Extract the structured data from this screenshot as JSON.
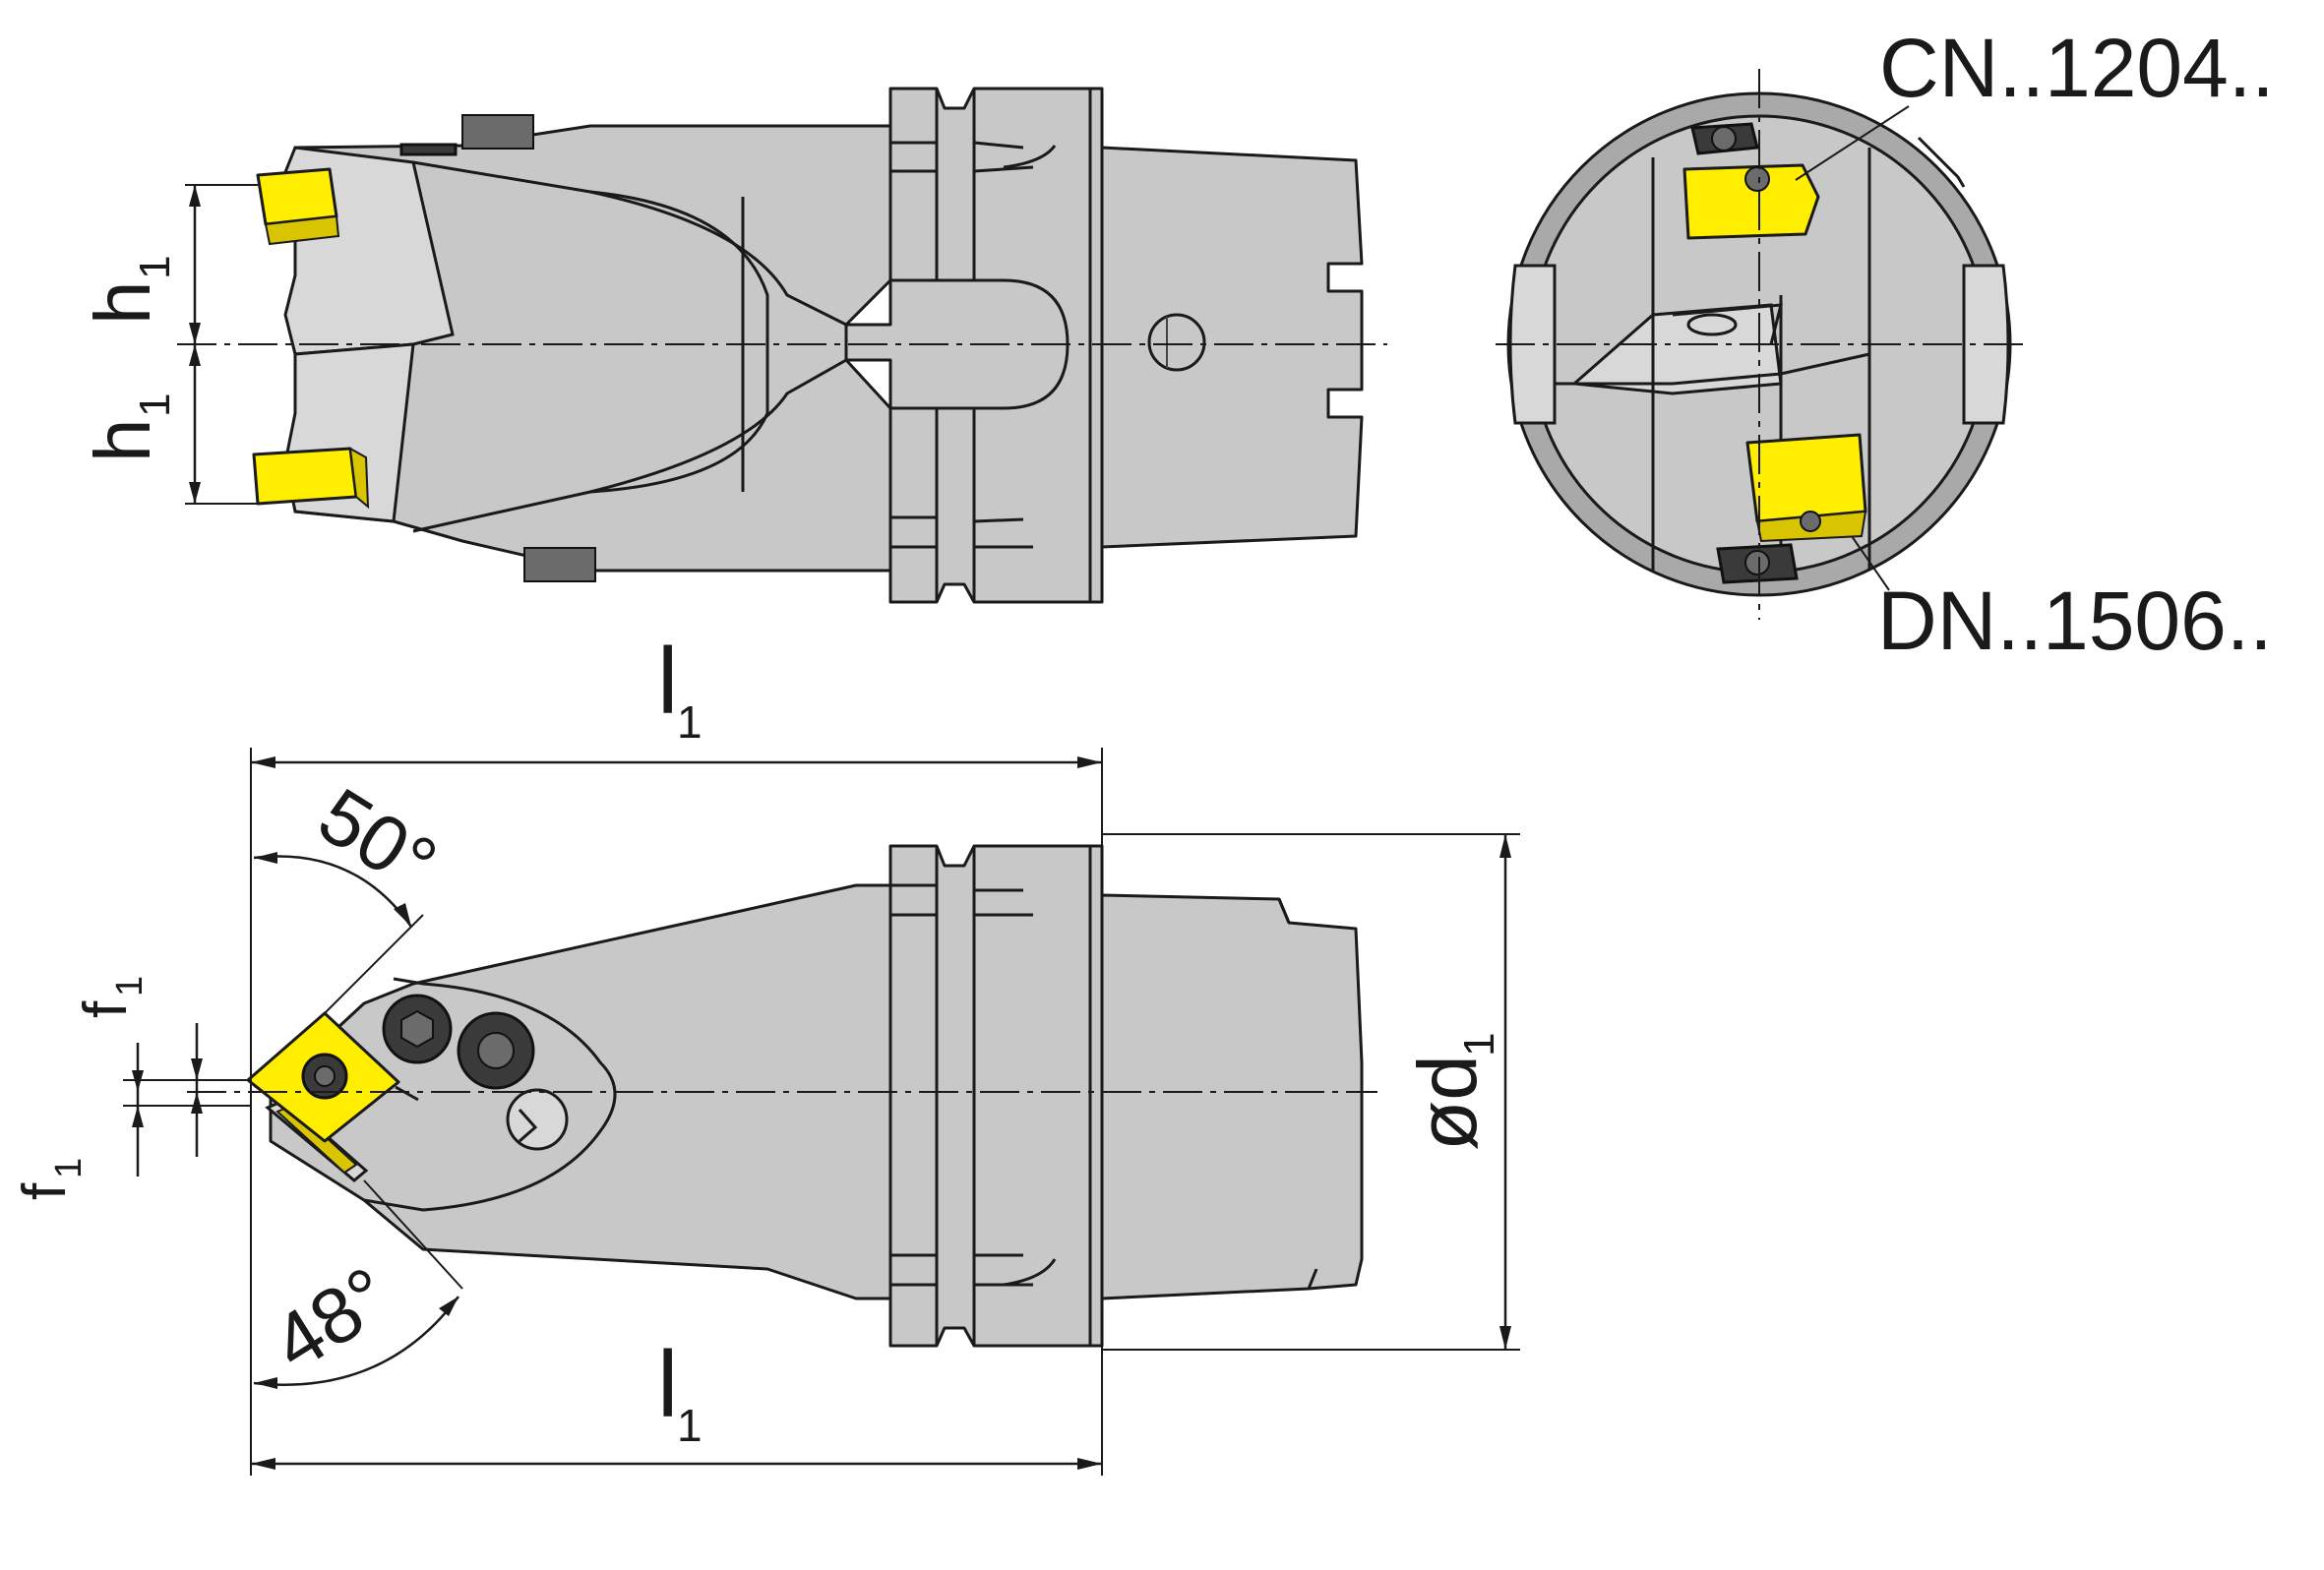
{
  "labels": {
    "h1_upper": {
      "main": "h",
      "sub": "1"
    },
    "h1_lower": {
      "main": "h",
      "sub": "1"
    },
    "l1_top": {
      "main": "l",
      "sub": "1"
    },
    "l1_bottom": {
      "main": "l",
      "sub": "1"
    },
    "angle_top": "50°",
    "angle_bottom": "48°",
    "f1_upper": {
      "main": "f",
      "sub": "1"
    },
    "f1_lower": {
      "main": "f",
      "sub": "1"
    },
    "od1": {
      "main": "ød",
      "sub": "1"
    },
    "insert_top": "CN..1204..",
    "insert_bottom": "DN..1506.."
  },
  "colors": {
    "insert": "#ffee00",
    "body": "#c8c8c8",
    "outline": "#1a1a1a"
  }
}
